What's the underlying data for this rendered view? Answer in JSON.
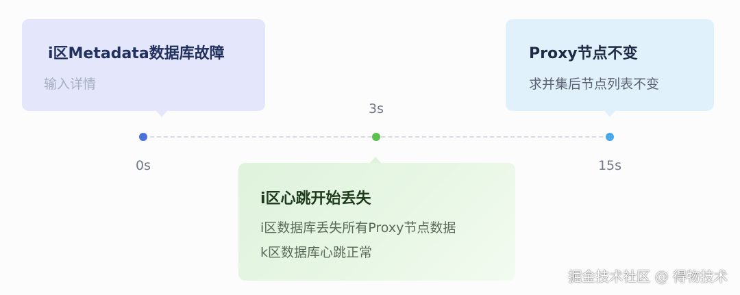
{
  "events": [
    {
      "title": "i区Metadata数据库故障",
      "lines": [
        "输入详情"
      ]
    },
    {
      "title": "Proxy节点不变",
      "lines": [
        "求并集后节点列表不变"
      ]
    },
    {
      "title": "i区心跳开始丢失",
      "lines": [
        "i区数据库丢失所有Proxy节点数据",
        "k区数据库心跳正常"
      ]
    }
  ],
  "timeline": {
    "ticks": [
      {
        "label": "0s",
        "color": "#4a72d8"
      },
      {
        "label": "3s",
        "color": "#5cbf4f"
      },
      {
        "label": "15s",
        "color": "#4aa8e6"
      }
    ]
  },
  "watermark": "掘金技术社区 @ 得物技术"
}
